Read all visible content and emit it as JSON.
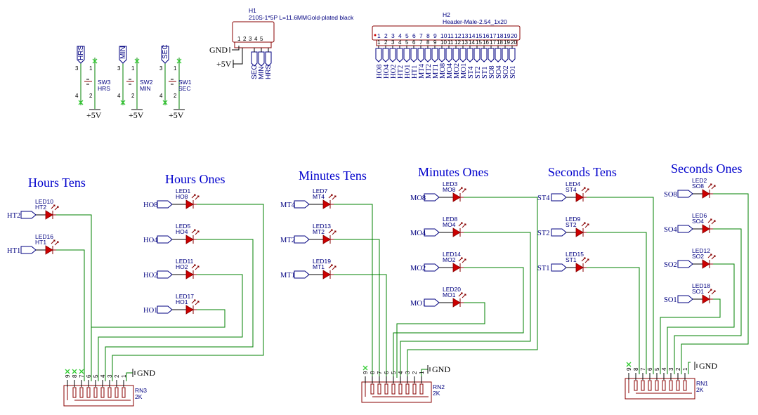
{
  "titles": {
    "hours_tens": "Hours Tens",
    "hours_ones": "Hours Ones",
    "minutes_tens": "Minutes Tens",
    "minutes_ones": "Minutes Ones",
    "seconds_tens": "Seconds Tens",
    "seconds_ones": "Seconds Ones"
  },
  "power": {
    "gnd": "GND",
    "vcc": "+5V"
  },
  "switches": [
    {
      "ref": "SW3",
      "name": "HRS",
      "net": "HRS"
    },
    {
      "ref": "SW2",
      "name": "MIN",
      "net": "MIN"
    },
    {
      "ref": "SW1",
      "name": "SEC",
      "net": "SEC"
    }
  ],
  "h1": {
    "ref": "H1",
    "value": "210S-1*5P L=11.6MMGold-plated black",
    "pins": [
      "1",
      "2",
      "3",
      "4",
      "5"
    ],
    "nets": [
      "SEC",
      "MIN",
      "HRS"
    ]
  },
  "h2": {
    "ref": "H2",
    "value": "Header-Male-2.54_1x20",
    "pins": [
      "1",
      "2",
      "3",
      "4",
      "5",
      "6",
      "7",
      "8",
      "9",
      "10",
      "11",
      "12",
      "13",
      "14",
      "15",
      "16",
      "17",
      "18",
      "19",
      "20"
    ],
    "nets": [
      "HO8",
      "HO4",
      "HO2",
      "HT2",
      "HO1",
      "HT1",
      "MT4",
      "MT2",
      "MT1",
      "MO8",
      "MO4",
      "MO2",
      "MO1",
      "ST4",
      "ST2",
      "ST1",
      "SO8",
      "SO4",
      "SO2",
      "SO1"
    ]
  },
  "leds": {
    "hours_tens": [
      {
        "ref": "LED10",
        "net": "HT2"
      },
      {
        "ref": "LED16",
        "net": "HT1"
      }
    ],
    "hours_ones": [
      {
        "ref": "LED1",
        "net": "HO8"
      },
      {
        "ref": "LED5",
        "net": "HO4"
      },
      {
        "ref": "LED11",
        "net": "HO2"
      },
      {
        "ref": "LED17",
        "net": "HO1"
      }
    ],
    "minutes_tens": [
      {
        "ref": "LED7",
        "net": "MT4"
      },
      {
        "ref": "LED13",
        "net": "MT2"
      },
      {
        "ref": "LED19",
        "net": "MT1"
      }
    ],
    "minutes_ones": [
      {
        "ref": "LED3",
        "net": "MO8"
      },
      {
        "ref": "LED8",
        "net": "MO4"
      },
      {
        "ref": "LED14",
        "net": "MO2"
      },
      {
        "ref": "LED20",
        "net": "MO1"
      }
    ],
    "seconds_tens": [
      {
        "ref": "LED4",
        "net": "ST4"
      },
      {
        "ref": "LED9",
        "net": "ST2"
      },
      {
        "ref": "LED15",
        "net": "ST1"
      }
    ],
    "seconds_ones": [
      {
        "ref": "LED2",
        "net": "SO8"
      },
      {
        "ref": "LED6",
        "net": "SO4"
      },
      {
        "ref": "LED12",
        "net": "SO2"
      },
      {
        "ref": "LED18",
        "net": "SO1"
      }
    ]
  },
  "resistor_networks": [
    {
      "ref": "RN3",
      "value": "2K"
    },
    {
      "ref": "RN2",
      "value": "2K"
    },
    {
      "ref": "RN1",
      "value": "2K"
    }
  ],
  "rn_pins": [
    "9",
    "8",
    "7",
    "6",
    "5",
    "4",
    "3",
    "2",
    "1"
  ],
  "switch_pins": [
    "3",
    "1",
    "4",
    "2"
  ]
}
